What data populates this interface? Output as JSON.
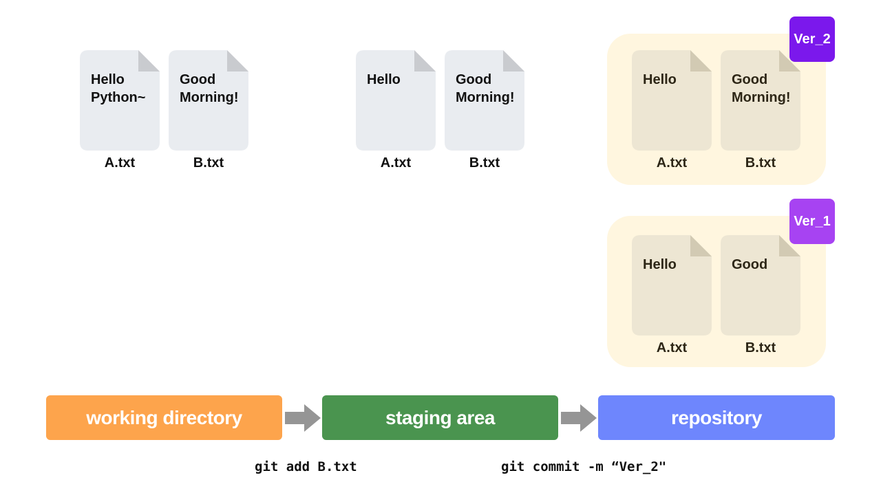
{
  "working_directory": {
    "files": [
      {
        "name": "A.txt",
        "content": "Hello\nPython~"
      },
      {
        "name": "B.txt",
        "content": "Good\nMorning!"
      }
    ]
  },
  "staging_area": {
    "files": [
      {
        "name": "A.txt",
        "content": "Hello"
      },
      {
        "name": "B.txt",
        "content": "Good\nMorning!"
      }
    ]
  },
  "repository": {
    "versions": [
      {
        "tag": "Ver_2",
        "tag_color": "#7b18ec",
        "files": [
          {
            "name": "A.txt",
            "content": "Hello"
          },
          {
            "name": "B.txt",
            "content": "Good\nMorning!"
          }
        ]
      },
      {
        "tag": "Ver_1",
        "tag_color": "#a743f2",
        "files": [
          {
            "name": "A.txt",
            "content": "Hello"
          },
          {
            "name": "B.txt",
            "content": "Good"
          }
        ]
      }
    ]
  },
  "stages": [
    {
      "label": "working directory",
      "color": "#fda44c"
    },
    {
      "label": "staging area",
      "color": "#4a944f"
    },
    {
      "label": "repository",
      "color": "#6e86fd"
    }
  ],
  "commands": {
    "add": "git add B.txt",
    "commit": "git commit -m “Ver_2\""
  },
  "colors": {
    "file_gray": "#e9ecf0",
    "file_gray_fold": "#c9cbcf",
    "file_beige": "#ede6d3",
    "file_beige_fold": "#d2cab3",
    "arrow": "#959595"
  }
}
